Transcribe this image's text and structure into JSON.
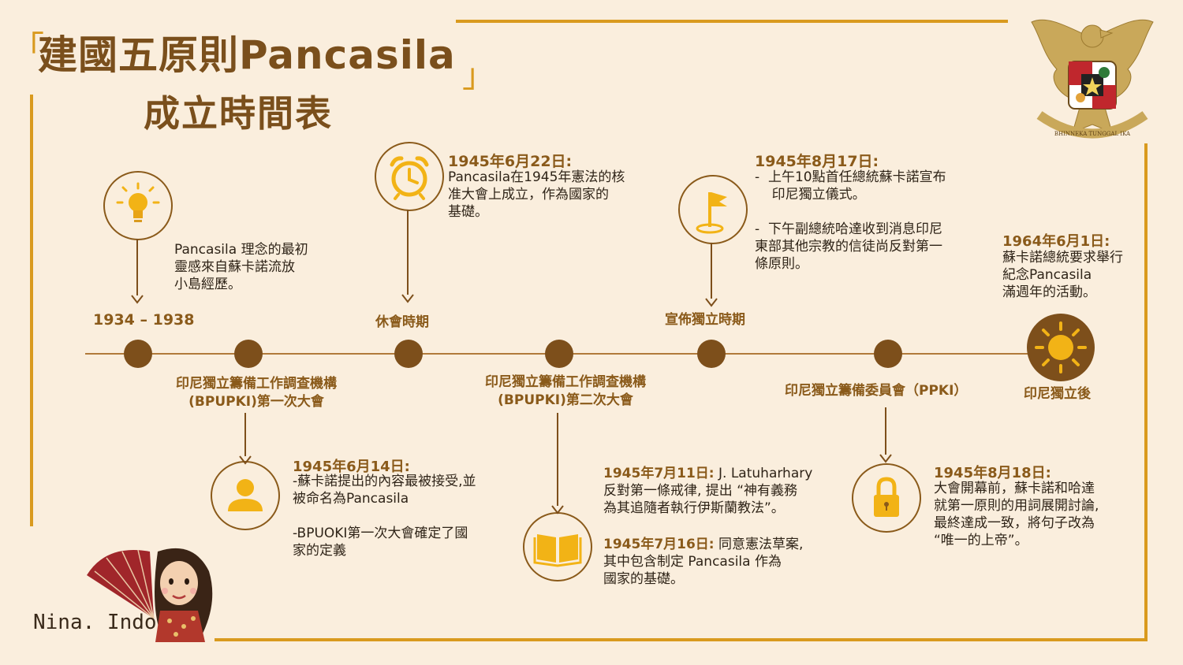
{
  "header": {
    "title": "建國五原則Pancasila",
    "subtitle": "成立時間表",
    "bracket_open": "「",
    "bracket_close": "」"
  },
  "timeline": {
    "periods": [
      {
        "label": "1934 – 1938"
      },
      {
        "label": "休會時期"
      },
      {
        "label": "宣佈獨立時期"
      },
      {
        "label": "印尼獨立後"
      }
    ],
    "sessions": [
      {
        "line1": "印尼獨立籌備工作調查機構",
        "line2": "(BPUPKI)第一次大會"
      },
      {
        "line1": "印尼獨立籌備工作調查機構",
        "line2": "(BPUPKI)第二次大會"
      },
      {
        "line1": "印尼獨立籌備委員會（PPKI）"
      }
    ]
  },
  "events": {
    "e1934": {
      "text1": "Pancasila 理念的最初",
      "text2": "靈感來自蘇卡諾流放",
      "text3": "小島經歷。"
    },
    "e0622": {
      "date": "1945年6月22日:",
      "text1": "Pancasila在1945年憲法的核",
      "text2": "准大會上成立，作為國家的",
      "text3": "基礎。"
    },
    "e0817": {
      "date": "1945年8月17日:",
      "text1": "-  上午10點首任總統蘇卡諾宣布",
      "text2": "    印尼獨立儀式。",
      "text3": "-  下午副總統哈達收到消息印尼",
      "text4": "東部其他宗教的信徒尚反對第一",
      "text5": "條原則。"
    },
    "e1964": {
      "date": "1964年6月1日:",
      "text1": "蘇卡諾總統要求舉行",
      "text2": "紀念Pancasila",
      "text3": "滿週年的活動。"
    },
    "e0614": {
      "date": "1945年6月14日:",
      "text1": "-蘇卡諾提出的內容最被接受,並",
      "text2": "被命名為Pancasila",
      "text3": "-BPUOKI第一次大會確定了國",
      "text4": "家的定義"
    },
    "e0711": {
      "date": "1945年7月11日:",
      "text1": " J. Latuharhary",
      "text2": "反對第一條戒律, 提出 “神有義務",
      "text3": "為其追隨者執行伊斯蘭教法”。"
    },
    "e0716": {
      "date": "1945年7月16日:",
      "text1": " 同意憲法草案,",
      "text2": "其中包含制定 Pancasila 作為",
      "text3": "國家的基礎。"
    },
    "e0818": {
      "date": "1945年8月18日:",
      "text1": "大會開幕前，蘇卡諾和哈達",
      "text2": "就第一原則的用詞展開討論,",
      "text3": "最終達成一致，將句子改為",
      "text4": "“唯一的上帝”。"
    }
  },
  "emblem": {
    "motto": "BHINNEKA TUNGGAL IKA"
  },
  "brand": {
    "signature": "Nina. Indo"
  },
  "colors": {
    "background": "#faeedd",
    "accent": "#d99a1e",
    "brown": "#7d4f1b",
    "label": "#8a5a1a"
  },
  "icons": [
    "lightbulb-icon",
    "alarm-clock-icon",
    "flag-icon",
    "sun-icon",
    "person-icon",
    "book-icon",
    "lock-icon",
    "garuda-emblem",
    "fan-girl-illustration"
  ]
}
